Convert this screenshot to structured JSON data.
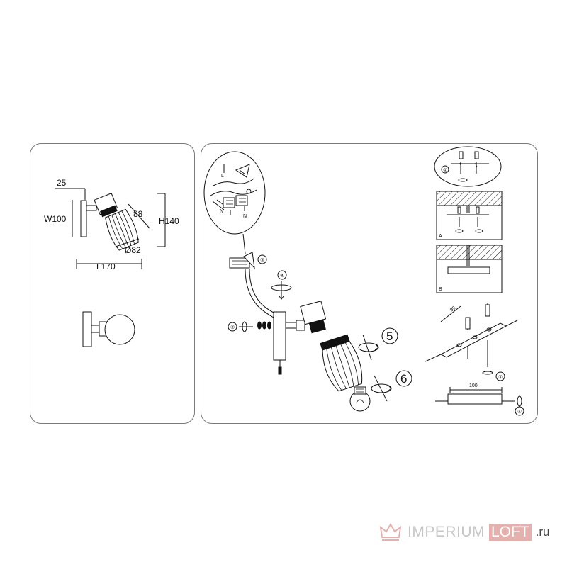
{
  "left_panel": {
    "dimensions": {
      "depth": "25",
      "width": "W100",
      "shade_length": "88",
      "height": "H140",
      "diameter": "Ø82",
      "length": "L170"
    }
  },
  "right_panel": {
    "steps": [
      "①",
      "②",
      "③",
      "④",
      "5",
      "6"
    ],
    "wire_labels": [
      "L",
      "N"
    ],
    "ceiling_labels": [
      "A",
      "B"
    ],
    "bracket_dimensions": [
      "95",
      "100"
    ]
  },
  "watermark": {
    "brand": "IMPERIUM",
    "highlight": "LOFT",
    "tld": ".ru"
  },
  "colors": {
    "line": "#111111",
    "panel_border": "#7a7a7a",
    "watermark_pink": "#e4b1ae",
    "watermark_gray": "#c7c7c7"
  }
}
